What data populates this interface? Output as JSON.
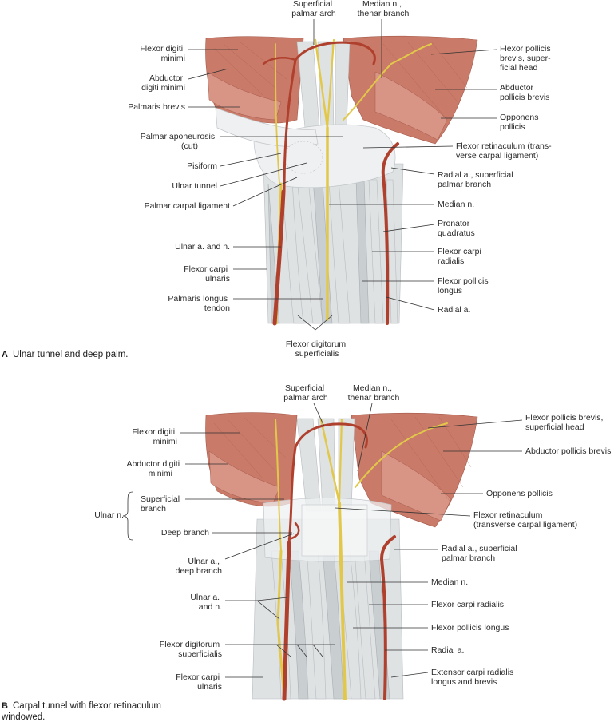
{
  "panel_a": {
    "letter": "A",
    "caption": "Ulnar tunnel and deep palm.",
    "labels": {
      "superficial_palmar_arch": [
        "Superficial",
        "palmar arch"
      ],
      "median_thenar": [
        "Median n.,",
        "thenar branch"
      ],
      "flexor_digiti_minimi": [
        "Flexor digiti",
        "minimi"
      ],
      "abductor_digiti_minimi": [
        "Abductor",
        "digiti minimi"
      ],
      "palmaris_brevis": [
        "Palmaris brevis"
      ],
      "palmar_aponeurosis": [
        "Palmar aponeurosis",
        "(cut)"
      ],
      "pisiform": [
        "Pisiform"
      ],
      "ulnar_tunnel": [
        "Ulnar tunnel"
      ],
      "palmar_carpal_ligament": [
        "Palmar carpal ligament"
      ],
      "ulnar_a_n": [
        "Ulnar a. and n."
      ],
      "flexor_carpi_ulnaris": [
        "Flexor carpi",
        "ulnaris"
      ],
      "palmaris_longus": [
        "Palmaris longus",
        "tendon"
      ],
      "flexor_digitorum_superficialis": [
        "Flexor digitorum",
        "superficialis"
      ],
      "fpb_superficial": [
        "Flexor pollicis",
        "brevis, super-",
        "ficial head"
      ],
      "abductor_pollicis_brevis": [
        "Abductor",
        "pollicis brevis"
      ],
      "opponens_pollicis": [
        "Opponens",
        "pollicis"
      ],
      "flexor_retinaculum": [
        "Flexor retinaculum (trans-",
        "verse carpal ligament)"
      ],
      "radial_superficial": [
        "Radial a., superficial",
        "palmar branch"
      ],
      "median_n": [
        "Median n."
      ],
      "pronator_quadratus": [
        "Pronator",
        "quadratus"
      ],
      "flexor_carpi_radialis": [
        "Flexor carpi",
        "radialis"
      ],
      "flexor_pollicis_longus": [
        "Flexor pollicis",
        "longus"
      ],
      "radial_a": [
        "Radial a."
      ]
    }
  },
  "panel_b": {
    "letter": "B",
    "caption": [
      "Carpal tunnel with flexor retinaculum",
      "windowed."
    ],
    "labels": {
      "superficial_palmar_arch": [
        "Superficial",
        "palmar arch"
      ],
      "median_thenar": [
        "Median n.,",
        "thenar branch"
      ],
      "flexor_digiti_minimi": [
        "Flexor digiti",
        "minimi"
      ],
      "abductor_digiti_minimi": [
        "Abductor digiti",
        "minimi"
      ],
      "ulnar_n": [
        "Ulnar n."
      ],
      "superficial_branch": [
        "Superficial",
        "branch"
      ],
      "deep_branch": [
        "Deep branch"
      ],
      "ulnar_a_deep": [
        "Ulnar a.,",
        "deep branch"
      ],
      "ulnar_a_n": [
        "Ulnar a.",
        "and n."
      ],
      "flexor_digitorum_superficialis": [
        "Flexor digitorum",
        "superficialis"
      ],
      "flexor_carpi_ulnaris": [
        "Flexor carpi",
        "ulnaris"
      ],
      "fpb_superficial": [
        "Flexor pollicis brevis,",
        "superficial head"
      ],
      "abductor_pollicis_brevis": [
        "Abductor pollicis brevis"
      ],
      "opponens_pollicis": [
        "Opponens pollicis"
      ],
      "flexor_retinaculum": [
        "Flexor retinaculum",
        "(transverse carpal ligament)"
      ],
      "radial_superficial": [
        "Radial a., superficial",
        "palmar branch"
      ],
      "median_n": [
        "Median n."
      ],
      "flexor_carpi_radialis": [
        "Flexor carpi radialis"
      ],
      "flexor_pollicis_longus": [
        "Flexor pollicis longus"
      ],
      "radial_a": [
        "Radial a."
      ],
      "ecrl_b": [
        "Extensor carpi radialis",
        "longus and brevis"
      ]
    }
  },
  "colors": {
    "muscle": "#c97a68",
    "tendon": "#dfe2e3",
    "artery": "#b0402e",
    "nerve": "#e2c84a"
  }
}
